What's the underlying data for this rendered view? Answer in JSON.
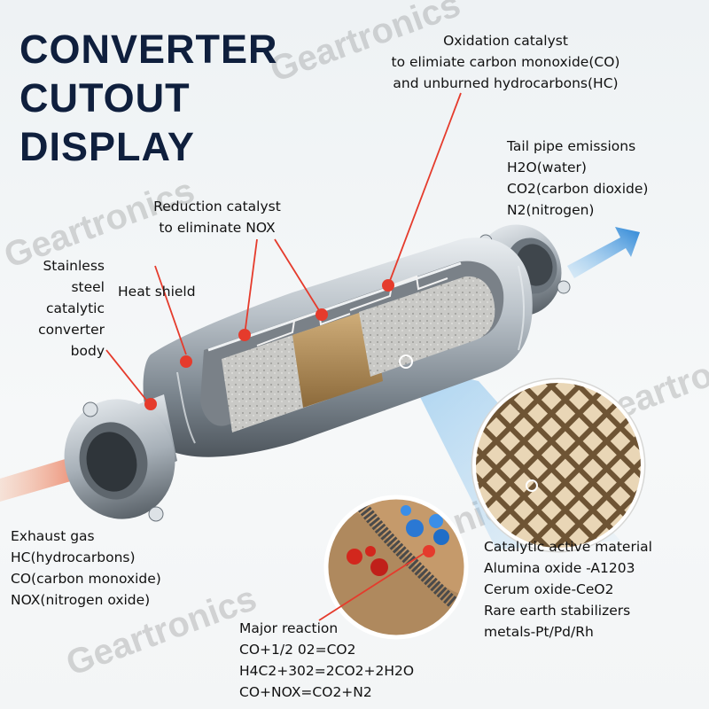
{
  "title": {
    "line1": "CONVERTER",
    "line2": "CUTOUT",
    "line3": "DISPLAY"
  },
  "watermark": "Geartronics",
  "colors": {
    "title": "#0f1f3d",
    "callout": "#e53b2c",
    "inflow_arrow": "#e0401f",
    "outflow_arrow": "#2c86d6",
    "body": "#9aa4ad",
    "substrate": "#b08a55"
  },
  "labels": {
    "oxidation": [
      "Oxidation catalyst",
      "to elimiate carbon monoxide(CO)",
      "and unburned hydrocarbons(HC)"
    ],
    "tailpipe": [
      "Tail pipe emissions",
      "H2O(water)",
      "CO2(carbon dioxide)",
      "N2(nitrogen)"
    ],
    "reduction": [
      "Reduction catalyst",
      "to eliminate NOX"
    ],
    "stainless": [
      "Stainless",
      "steel",
      "catalytic",
      "converter",
      "body"
    ],
    "heat_shield": [
      "Heat shield"
    ],
    "exhaust": [
      "Exhaust gas",
      "HC(hydrocarbons)",
      "CO(carbon monoxide)",
      "NOX(nitrogen oxide)"
    ],
    "catalytic": [
      "Catalytic active material",
      "Alumina oxide -A1203",
      "Cerum oxide-CeO2",
      "Rare earth stabilizers",
      "metals-Pt/Pd/Rh"
    ],
    "reaction": [
      "Major reaction",
      "CO+1/2 02=CO2",
      "H4C2+302=2CO2+2H2O",
      "CO+NOX=CO2+N2"
    ]
  }
}
